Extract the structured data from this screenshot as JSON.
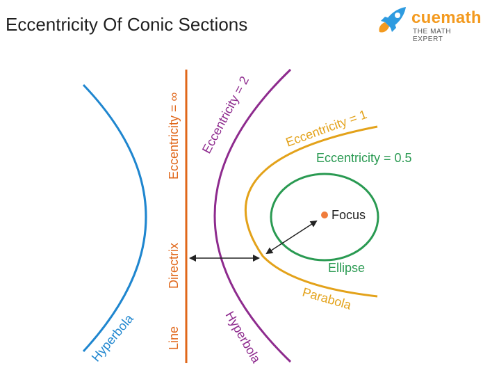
{
  "title": "Eccentricity Of Conic Sections",
  "logo": {
    "name": "cuemath",
    "tagline": "THE MATH EXPERT"
  },
  "labels": {
    "ecc_infinity": "Eccentricity = ∞",
    "directrix": "Directrix",
    "line": "Line",
    "ecc_2": "Eccentricity = 2",
    "ecc_1": "Eccentricity = 1",
    "ecc_05": "Eccentricity = 0.5",
    "focus": "Focus",
    "ellipse": "Ellipse",
    "parabola": "Parabola",
    "hyperbola_left": "Hyperbola",
    "hyperbola_right": "Hyperbola"
  },
  "colors": {
    "hyperbola_left": "#1f86cf",
    "directrix": "#e0671a",
    "hyperbola_right": "#8e2b8e",
    "parabola": "#e3a21a",
    "ellipse": "#2a9a52",
    "focus": "#f07c3c",
    "arrow": "#222222"
  }
}
